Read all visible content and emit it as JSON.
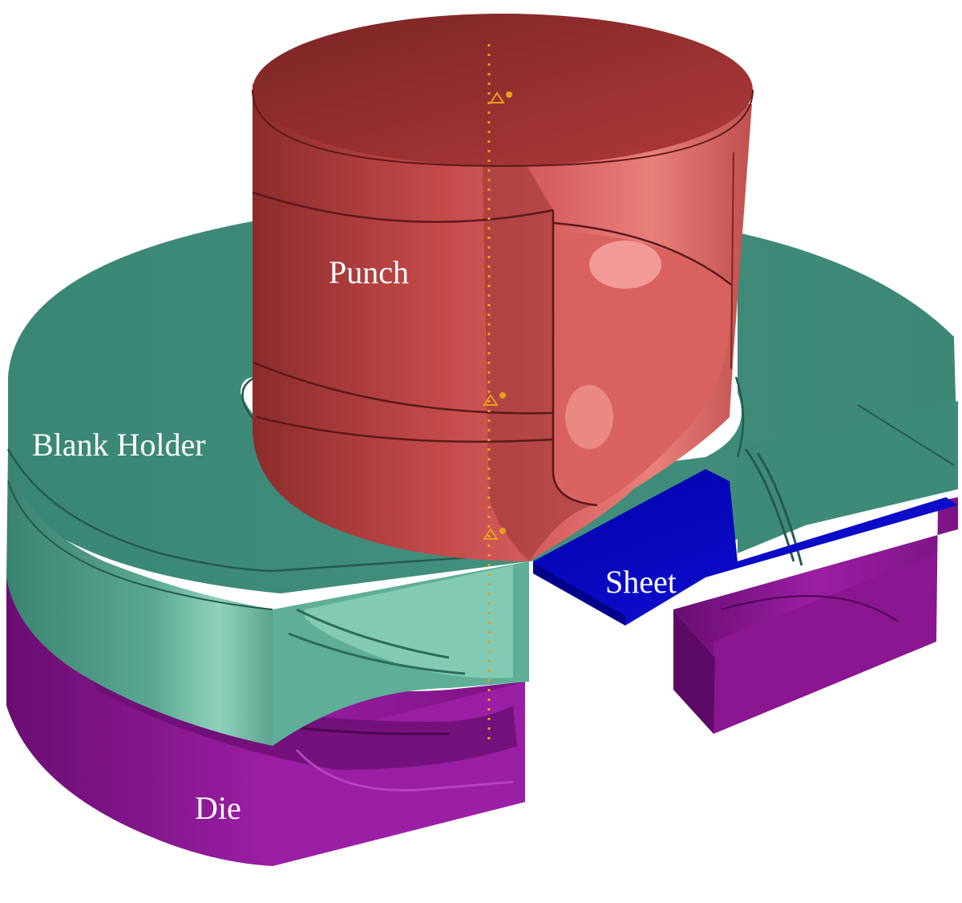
{
  "labels": {
    "punch": "Punch",
    "blank_holder": "Blank Holder",
    "sheet": "Sheet",
    "die": "Die"
  },
  "colors": {
    "punch": "#c9504f",
    "punch_dark": "#8e2e2e",
    "blank_holder": "#3e8a78",
    "blank_holder_light": "#7cc2ad",
    "sheet": "#0a0acc",
    "die": "#8a1691",
    "die_dark": "#5d0a66",
    "axis": "#e3a21a"
  }
}
